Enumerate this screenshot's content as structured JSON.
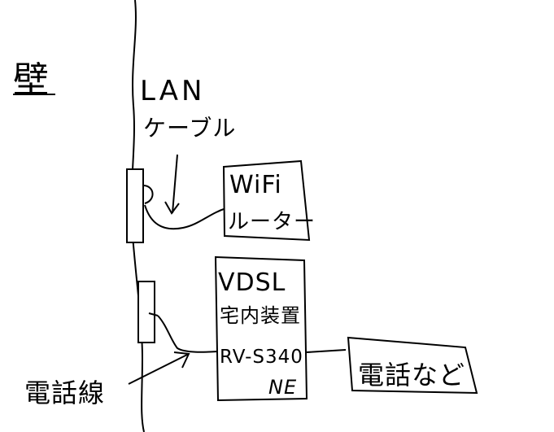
{
  "labels": {
    "wall": "壁",
    "lan_cable_line1": "LAN",
    "lan_cable_line2": "ケーブル",
    "wifi_line1": "WiFi",
    "wifi_line2": "ルーター",
    "vdsl_line1": "VDSL",
    "vdsl_line2": "宅内装置",
    "vdsl_line3": "RV-S340",
    "vdsl_line4": "NE",
    "phone": "電話など",
    "phone_line": "電話線"
  }
}
